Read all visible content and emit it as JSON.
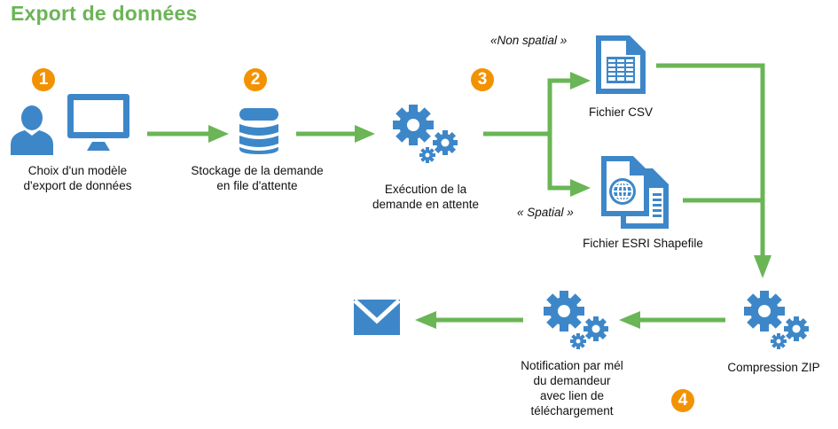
{
  "title": "Export de données",
  "colors": {
    "title": "#6ab556",
    "arrow": "#6ab556",
    "icon": "#3d87c9",
    "badge": "#f39200"
  },
  "steps": [
    {
      "badge": "1",
      "label": "Choix d'un modèle\nd'export de données",
      "icons": [
        "user-icon",
        "monitor-icon"
      ]
    },
    {
      "badge": "2",
      "label": "Stockage de la demande\nen file d'attente",
      "icons": [
        "database-icon"
      ]
    },
    {
      "badge": "3",
      "label": "Exécution de la\ndemande en attente",
      "icons": [
        "gears-icon"
      ]
    },
    {
      "badge": "4",
      "label": "Notification par mél\ndu demandeur\navec lien de\ntéléchargement",
      "icons": [
        "gears-icon"
      ]
    }
  ],
  "outputs": {
    "csv": {
      "label": "Fichier CSV",
      "annotation": "«Non spatial »",
      "icon": "csv-file-icon"
    },
    "shapefile": {
      "label": "Fichier ESRI Shapefile",
      "annotation": "« Spatial »",
      "icon": "shapefile-icon"
    }
  },
  "compression": {
    "label": "Compression ZIP",
    "icon": "gears-icon"
  },
  "mail": {
    "icon": "mail-icon"
  }
}
